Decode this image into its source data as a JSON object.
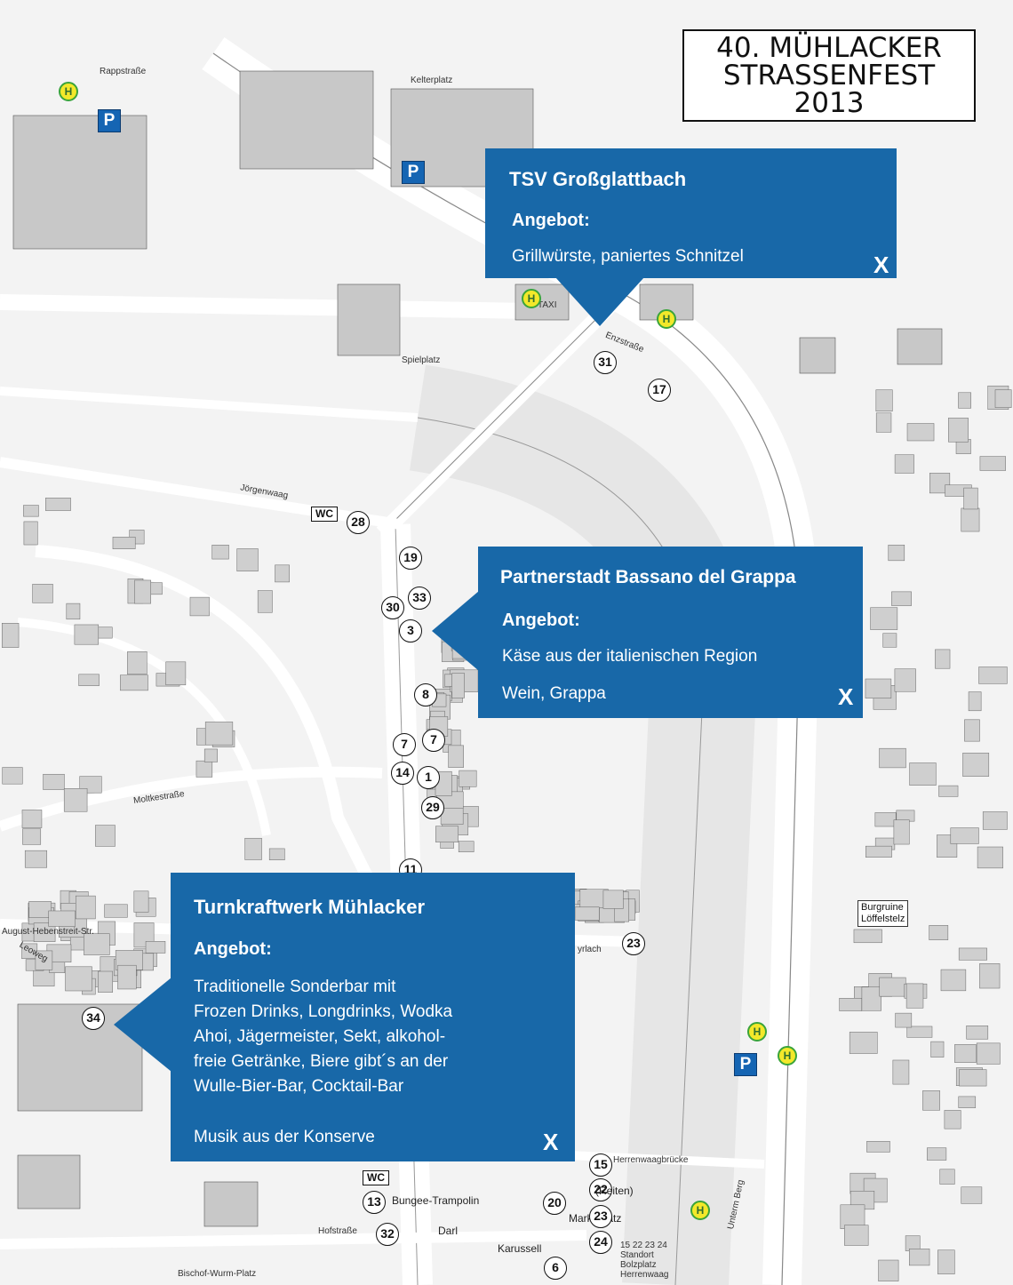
{
  "title": {
    "line1": "40. MÜHLACKER",
    "line2": "STRASSENFEST",
    "line3": "2013"
  },
  "popups": [
    {
      "title": "TSV Großglattbach",
      "heading": "Angebot:",
      "lines": [
        "Grillwürste, paniertes Schnitzel"
      ],
      "close": "X"
    },
    {
      "title": "Partnerstadt Bassano del Grappa",
      "heading": "Angebot:",
      "lines": [
        "Käse aus der italienischen Region",
        "Wein, Grappa"
      ],
      "close": "X"
    },
    {
      "title": "Turnkraftwerk Mühlacker",
      "heading": "Angebot:",
      "lines": [
        "Traditionelle Sonderbar mit",
        "Frozen Drinks, Longdrinks, Wodka",
        "Ahoi, Jägermeister, Sekt, alkohol-",
        "freie Getränke, Biere gibt´s an der",
        "Wulle-Bier-Bar, Cocktail-Bar",
        "Musik aus der Konserve"
      ],
      "close": "X"
    }
  ],
  "markers": [
    "31",
    "17",
    "28",
    "19",
    "33",
    "30",
    "3",
    "8",
    "7",
    "7",
    "14",
    "1",
    "29",
    "11",
    "23",
    "34",
    "15",
    "22",
    "13",
    "20",
    "23",
    "32",
    "24",
    "6"
  ],
  "streets": {
    "rappstrasse": "Rappstraße",
    "kelterplatz": "Kelterplatz",
    "spielplatz": "Spielplatz",
    "joergenwaag": "Jörgenwaag",
    "moltkestrasse": "Moltkestraße",
    "august": "August-Hebenstreit-Str.",
    "leoweg": "Leoweg",
    "enzstrasse": "Enzstraße",
    "herrenwaagbruecke": "Herrenwaagbrücke",
    "hofstrasse": "Hofstraße",
    "bischof": "Bischof-Wurm-Platz",
    "untermberg": "Unterm Berg",
    "taxi": "TAXI",
    "yrlach": "yrlach",
    "marktplatz": "Markt-platz",
    "darl": "Darl",
    "karussell": "Karussell",
    "bungee": "Bungee-Trampolin",
    "standort": "15 22 23 24 Standort",
    "bolzplatz": "Bolzplatz Herrenwaag",
    "burg1": "Burgruine",
    "burg2": "Löffelstelz",
    "reiten": "(Reiten)"
  },
  "wc": {
    "label": "WC"
  },
  "icons": {
    "parking": "P",
    "bus": "H"
  },
  "colors": {
    "popup": "#1868a8",
    "parking": "#1565b3",
    "bus_fill": "#f3e82a",
    "bus_ring": "#3aa43a"
  }
}
